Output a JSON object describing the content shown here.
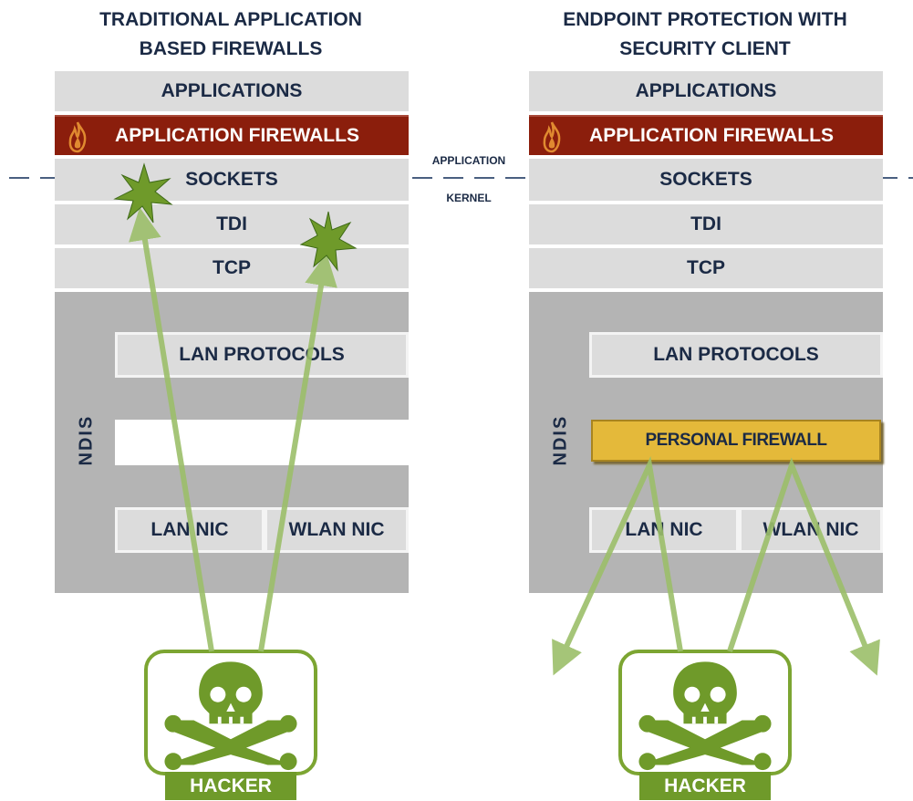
{
  "left_panel": {
    "title": "TRADITIONAL APPLICATION\nBASED FIREWALLS",
    "layers": {
      "applications": "APPLICATIONS",
      "app_firewalls": "APPLICATION FIREWALLS",
      "sockets": "SOCKETS",
      "tdi": "TDI",
      "tcp": "TCP"
    },
    "ndis": {
      "label": "NDIS",
      "lan_protocols": "LAN PROTOCOLS",
      "lan_nic": "LAN NIC",
      "wlan_nic": "WLAN NIC"
    },
    "hacker_label": "HACKER"
  },
  "right_panel": {
    "title": "ENDPOINT PROTECTION WITH\nSECURITY CLIENT",
    "layers": {
      "applications": "APPLICATIONS",
      "app_firewalls": "APPLICATION FIREWALLS",
      "sockets": "SOCKETS",
      "tdi": "TDI",
      "tcp": "TCP"
    },
    "ndis": {
      "label": "NDIS",
      "lan_protocols": "LAN PROTOCOLS",
      "personal_firewall": "PERSONAL FIREWALL",
      "lan_nic": "LAN NIC",
      "wlan_nic": "WLAN NIC"
    },
    "hacker_label": "HACKER"
  },
  "boundary": {
    "upper_label": "APPLICATION",
    "lower_label": "KERNEL"
  },
  "colors": {
    "layer_gray": "#dcdcdc",
    "ndis_gray": "#b4b4b4",
    "firewall_red": "#8b1e0c",
    "personal_firewall_yellow": "#e4b93a",
    "attack_green": "#9cbf6a",
    "hacker_green": "#6f9a2a",
    "text_navy": "#1b2a45"
  },
  "icons": {
    "firewall": "flame-icon",
    "hacker": "skull-crossbones-icon",
    "breach": "explosion-icon"
  }
}
